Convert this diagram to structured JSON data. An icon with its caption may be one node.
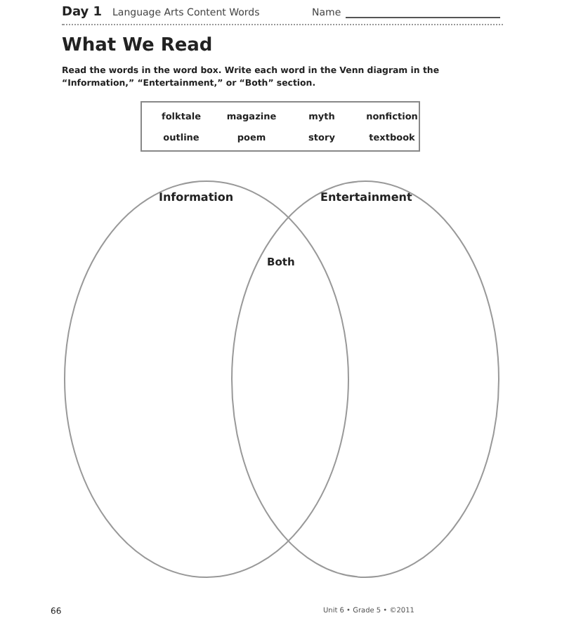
{
  "diagram": {
    "title": "What We Read",
    "nodes": [
      {
        "text": [
          "folktale",
          "magazine",
          "myth",
          "nonfiction",
          "outline",
          "poem",
          "story",
          "textbook"
        ]
      },
      {
        "text": [
          "Information"
        ]
      },
      {
        "text": [
          "Entertainment"
        ]
      }
    ],
    "labels": [
      "Day 1",
      "Language Arts Content Words",
      "Name",
      "Read the words in the word box. Write each word in the Venn diagram in the “Information,” “Entertainment,” or “Both” section.",
      "Both",
      "66",
      "Unit 6 • Grade 5 • ©2011"
    ]
  }
}
